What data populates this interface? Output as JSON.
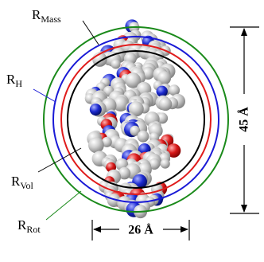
{
  "labels": {
    "r_mass": {
      "main": "R",
      "sub": "Mass"
    },
    "r_h": {
      "main": "R",
      "sub": "H"
    },
    "r_vol": {
      "main": "R",
      "sub": "Vol"
    },
    "r_rot": {
      "main": "R",
      "sub": "Rot"
    }
  },
  "dimensions": {
    "height": "45 Å",
    "width": "26 Å"
  },
  "colors": {
    "r_mass": "#000000",
    "r_vol": "#e01c1c",
    "r_h": "#1a1ad6",
    "r_rot": "#1a8a1a",
    "atom_gray": "#c2c2c2",
    "atom_red": "#d81818",
    "atom_blue": "#1c2ad0"
  }
}
